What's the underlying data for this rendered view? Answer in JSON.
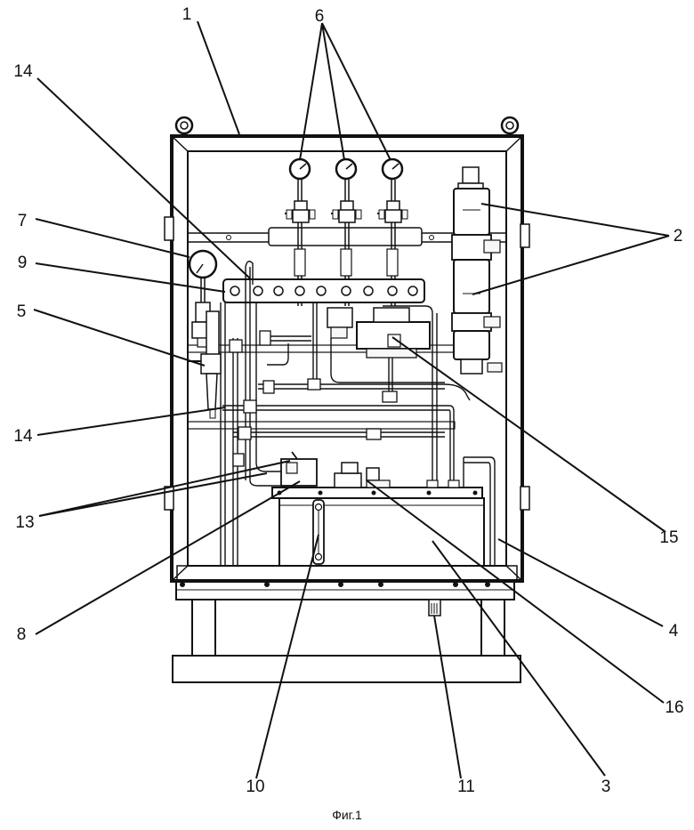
{
  "figure": {
    "caption": "Фиг.1",
    "callouts": [
      {
        "id": "c1",
        "text": "1"
      },
      {
        "id": "c6",
        "text": "6"
      },
      {
        "id": "c14a",
        "text": "14"
      },
      {
        "id": "c7",
        "text": "7"
      },
      {
        "id": "c9",
        "text": "9"
      },
      {
        "id": "c5",
        "text": "5"
      },
      {
        "id": "c2",
        "text": "2"
      },
      {
        "id": "c14b",
        "text": "14"
      },
      {
        "id": "c13",
        "text": "13"
      },
      {
        "id": "c15",
        "text": "15"
      },
      {
        "id": "c8",
        "text": "8"
      },
      {
        "id": "c4",
        "text": "4"
      },
      {
        "id": "c16",
        "text": "16"
      },
      {
        "id": "c10",
        "text": "10"
      },
      {
        "id": "c11",
        "text": "11"
      },
      {
        "id": "c3",
        "text": "3"
      }
    ]
  }
}
